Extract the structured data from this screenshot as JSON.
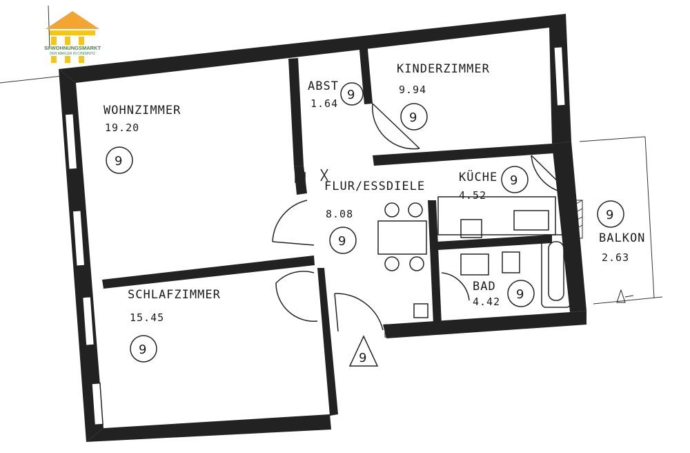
{
  "logo": {
    "brand": "SI-WOHNUNGSMARKT",
    "tagline": "DER MAKLER IN CHEMNITZ",
    "colors": {
      "roof": "#f2a531",
      "pillars": "#f5c518",
      "text": "#3a8a3a"
    }
  },
  "rooms": {
    "wohnzimmer": {
      "name": "WOHNZIMMER",
      "area": "19.20"
    },
    "schlafzimmer": {
      "name": "SCHLAFZIMMER",
      "area": "15.45"
    },
    "abst": {
      "name": "ABST",
      "area": "1.64"
    },
    "kinderzimmer": {
      "name": "KINDERZIMMER",
      "area": "9.94"
    },
    "flur": {
      "name": "FLUR/ESSDIELE",
      "area": "8.08"
    },
    "kueche": {
      "name": "KÜCHE",
      "area": "4.52"
    },
    "bad": {
      "name": "BAD",
      "area": "4.42"
    },
    "balkon": {
      "name": "BALKON",
      "area": "2.63"
    }
  },
  "marker": "9"
}
